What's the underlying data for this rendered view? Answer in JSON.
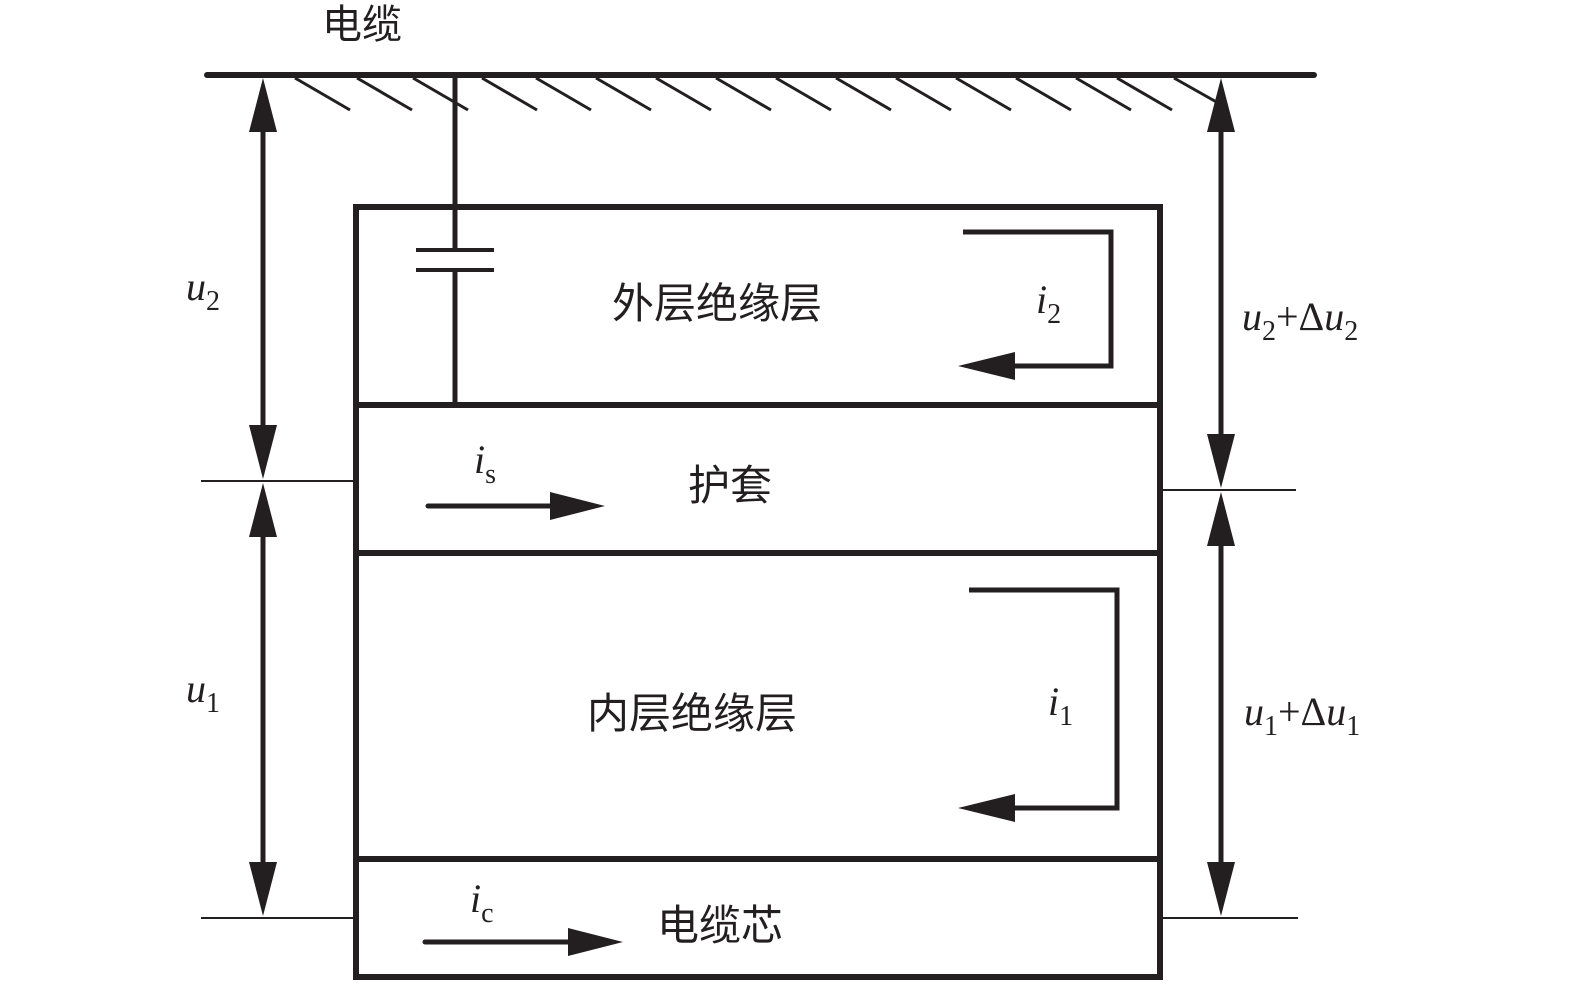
{
  "diagram": {
    "colors": {
      "ink": "#231f20",
      "background": "#ffffff"
    },
    "labels": {
      "ground": "电缆",
      "outer_insulation": "外层绝缘层",
      "sheath": "护套",
      "inner_insulation": "内层绝缘层",
      "core": "电缆芯"
    },
    "currents": {
      "i2": {
        "main": "i",
        "sub": "2"
      },
      "i1": {
        "main": "i",
        "sub": "1"
      },
      "is": {
        "main": "i",
        "sub": "s"
      },
      "ic": {
        "main": "i",
        "sub": "c"
      }
    },
    "voltages": {
      "u2": {
        "main": "u",
        "sub": "2"
      },
      "u1": {
        "main": "u",
        "sub": "1"
      },
      "u2_delta": {
        "main": "u",
        "sub": "2",
        "plus": "+Δ",
        "main2": "u",
        "sub2": "2"
      },
      "u1_delta": {
        "main": "u",
        "sub": "1",
        "plus": "+Δ",
        "main2": "u",
        "sub2": "1"
      }
    }
  }
}
